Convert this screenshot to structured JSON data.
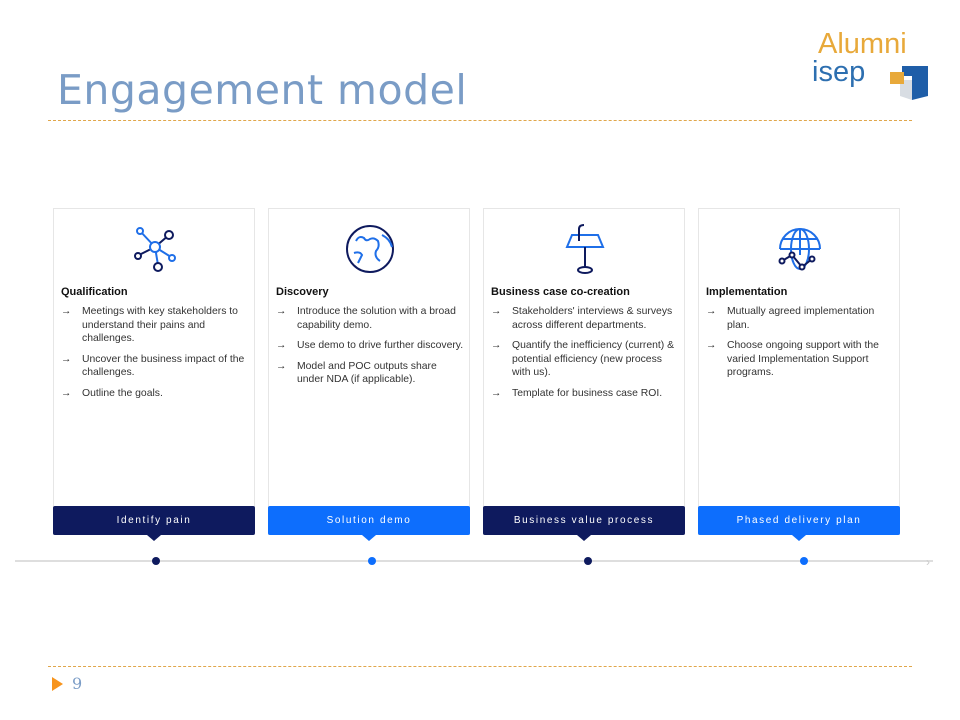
{
  "header": {
    "title": "Engagement model",
    "logo": {
      "line1": "Alumni",
      "line2": "isep"
    }
  },
  "colors": {
    "navy": "#0e1a5e",
    "blue": "#0d6efd",
    "accent": "#e0a64a",
    "title": "#7a9cc6"
  },
  "cards": [
    {
      "heading": "Qualification",
      "icon": "network-nodes-icon",
      "bullets": [
        "Meetings with key stakeholders to understand their pains and challenges.",
        "Uncover the business impact of the challenges.",
        "Outline the goals."
      ],
      "label": "Identify pain"
    },
    {
      "heading": "Discovery",
      "icon": "globe-icon",
      "bullets": [
        "Introduce the solution with a broad capability demo.",
        "Use demo to drive further discovery.",
        "Model and POC outputs share under NDA (if applicable)."
      ],
      "label": "Solution demo"
    },
    {
      "heading": "Business case co-creation",
      "icon": "presentation-stand-icon",
      "bullets": [
        "Stakeholders' interviews & surveys across different departments.",
        "Quantify the inefficiency (current) & potential efficiency (new process with us).",
        "Template for business case ROI."
      ],
      "label": "Business value process"
    },
    {
      "heading": "Implementation",
      "icon": "globe-network-icon",
      "bullets": [
        "Mutually agreed implementation plan.",
        "Choose ongoing support with the varied Implementation Support programs."
      ],
      "label": "Phased delivery plan"
    }
  ],
  "bullet_symbol": "→",
  "footer": {
    "page_number": "9"
  }
}
